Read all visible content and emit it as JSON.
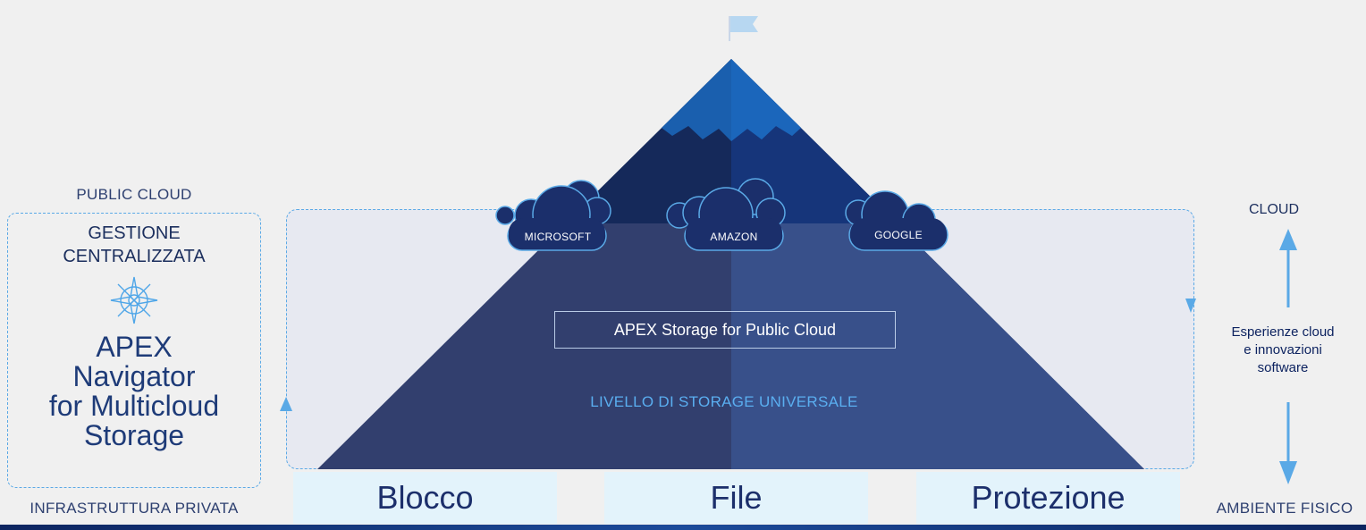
{
  "left_panel": {
    "top_label": "PUBLIC CLOUD",
    "heading_line1": "GESTIONE",
    "heading_line2": "CENTRALIZZATA",
    "product_line1": "APEX",
    "product_line2": "Navigator",
    "product_line3": "for Multicloud",
    "product_line4": "Storage",
    "bottom_label": "INFRASTRUTTURA PRIVATA",
    "icon": "compass-icon"
  },
  "pyramid": {
    "clouds": [
      {
        "label": "MICROSOFT"
      },
      {
        "label": "AMAZON"
      },
      {
        "label": "GOOGLE"
      }
    ],
    "apex_storage_label": "APEX Storage for Public Cloud",
    "layer_label": "LIVELLO DI STORAGE UNIVERSALE",
    "summit_icon": "flag-icon"
  },
  "tiles": [
    {
      "label": "Blocco"
    },
    {
      "label": "File"
    },
    {
      "label": "Protezione"
    }
  ],
  "right_panel": {
    "top_label": "CLOUD",
    "middle_line1": "Esperienze cloud",
    "middle_line2": "e innovazioni",
    "middle_line3": "software",
    "bottom_label": "AMBIENTE FISICO"
  },
  "colors": {
    "background": "#f0f0f0",
    "pyramid_dark": "#323f6e",
    "pyramid_light": "#3a5590",
    "peak_navy": "#142a5e",
    "snow_blue": "#1a5fae",
    "accent_blue": "#5aa9e6",
    "tile_bg": "#e3f3fb"
  }
}
